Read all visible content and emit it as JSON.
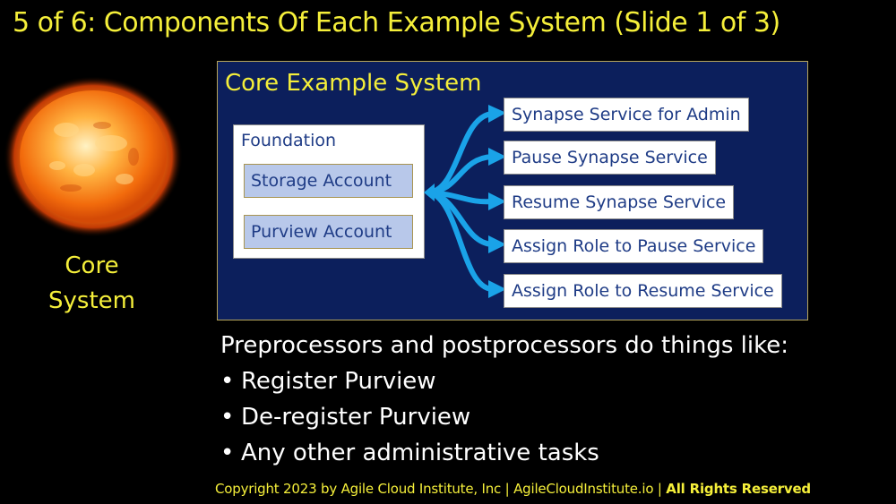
{
  "slide": {
    "title": "5 of 6: Components Of Each Example System (Slide 1 of 3)"
  },
  "sidebar": {
    "image_icon": "sun-icon",
    "label_line1": "Core",
    "label_line2": "System"
  },
  "panel": {
    "title": "Core Example System",
    "foundation": {
      "title": "Foundation",
      "accounts": [
        "Storage Account",
        "Purview Account"
      ]
    },
    "services": [
      "Synapse Service for Admin",
      "Pause Synapse Service",
      "Resume Synapse Service",
      "Assign Role to Pause Service",
      "Assign Role to Resume Service"
    ]
  },
  "notes": {
    "intro": "Preprocessors and postprocessors do things like:",
    "bullets": [
      "Register Purview",
      "De-register Purview",
      "Any other administrative tasks"
    ]
  },
  "footer": {
    "text": "Copyright 2023 by Agile Cloud Institute, Inc | AgileCloudInstitute.io | ",
    "bold": "All Rights Reserved"
  },
  "colors": {
    "background": "#000000",
    "title_yellow": "#f5ef3a",
    "panel_navy": "#0c1f5c",
    "box_text_blue": "#1f3c86",
    "account_fill": "#b8c8ea",
    "arrow_blue": "#1aa3e8",
    "sun_orange": "#f07a10"
  }
}
